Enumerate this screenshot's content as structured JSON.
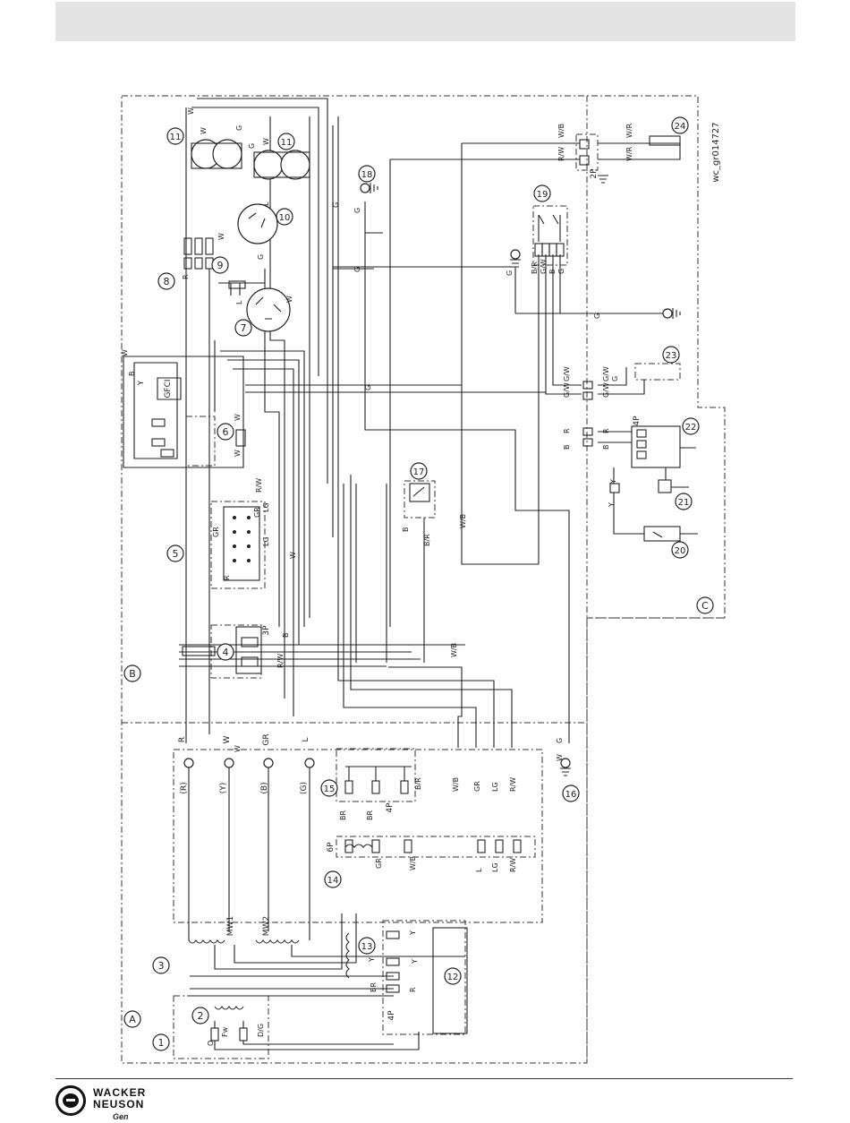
{
  "document_id": "wc_gr014727",
  "sections": {
    "a": "A",
    "b": "B",
    "c": "C"
  },
  "brand": {
    "line1": "WACKER",
    "line2": "NEUSON",
    "line3": "Gen"
  },
  "callouts": [
    "1",
    "2",
    "3",
    "4",
    "5",
    "6",
    "7",
    "8",
    "9",
    "10",
    "11",
    "11",
    "12",
    "13",
    "14",
    "15",
    "16",
    "17",
    "18",
    "19",
    "20",
    "21",
    "22",
    "23",
    "24"
  ],
  "stator": {
    "terminals": [
      "(R)",
      "(Y)",
      "(B)",
      "(G)"
    ],
    "wire_top": [
      "R",
      "W",
      "GR",
      "L"
    ],
    "windings": [
      "MW1",
      "MW2"
    ]
  },
  "connectors": {
    "c6p": "6P",
    "c4p_a": "4P",
    "c4p_b": "4P",
    "c3p": "3P",
    "c2p": "2P",
    "c4p_c": "4P"
  },
  "wire_labels": {
    "w": "W",
    "g": "G",
    "r": "R",
    "y": "Y",
    "b": "B",
    "br": "BR",
    "gr": "GR",
    "lg": "LG",
    "l": "L",
    "rw": "R/W",
    "wb": "W/B",
    "br_slash": "B/R",
    "gw": "G/W",
    "wr": "W/R",
    "dg": "D/G",
    "fw": "Fw",
    "o": "O",
    "gfci": "GFCI"
  }
}
